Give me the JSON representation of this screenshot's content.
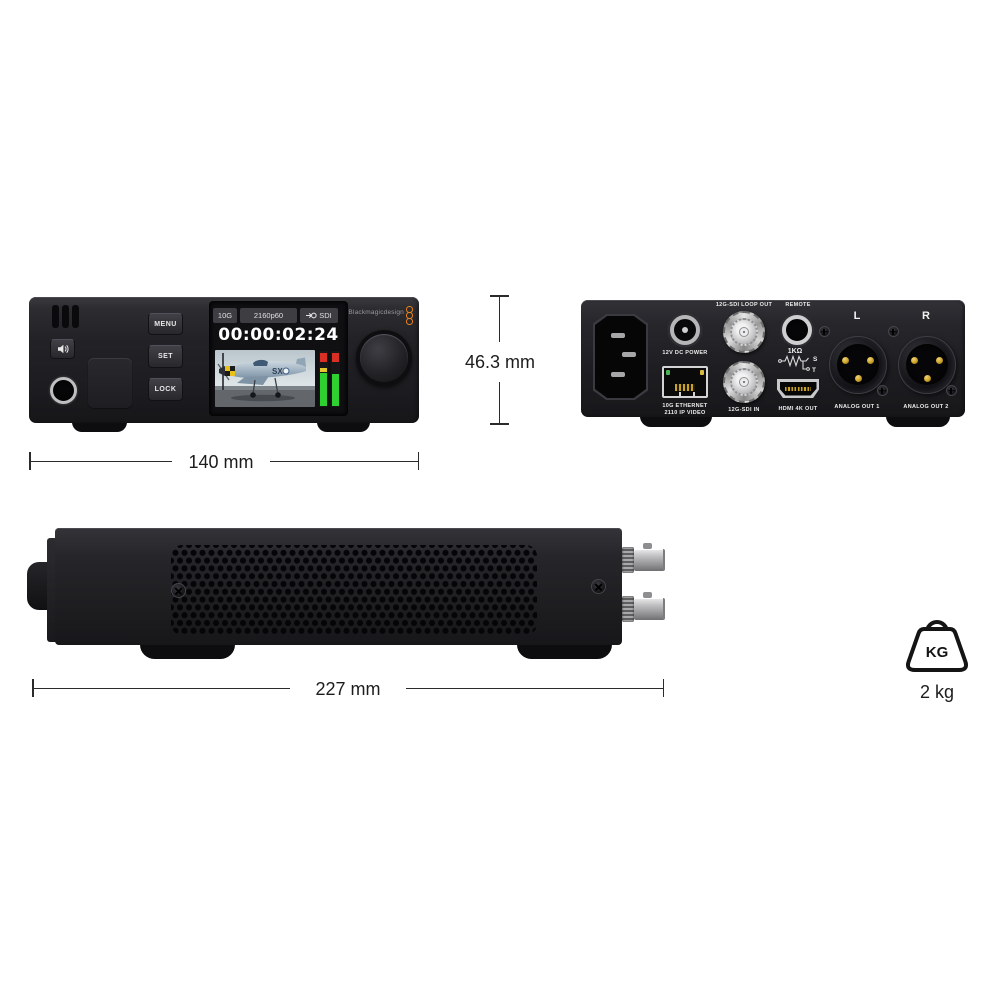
{
  "front": {
    "brand": "Blackmagicdesign",
    "menu_button": "MENU",
    "set_button": "SET",
    "lock_button": "LOCK",
    "screen": {
      "link_rate": "10G",
      "format": "2160p60",
      "input": "SDI",
      "timecode": "00:00:02:24"
    }
  },
  "rear": {
    "sdi_loop_out": "12G-SDI LOOP OUT",
    "remote": "REMOTE",
    "left": "L",
    "right": "R",
    "dc_power": "12V DC POWER",
    "impedance": "1KΩ",
    "remote_s": "S",
    "remote_t": "T",
    "ethernet_line1": "10G ETHERNET",
    "ethernet_line2": "2110 IP VIDEO",
    "sdi_in": "12G-SDI IN",
    "hdmi": "HDMI 4K OUT",
    "analog_out_1": "ANALOG OUT 1",
    "analog_out_2": "ANALOG OUT 2"
  },
  "dimensions": {
    "width": "140 mm",
    "height": "46.3 mm",
    "depth": "227 mm"
  },
  "weight": {
    "badge": "KG",
    "value": "2 kg"
  },
  "colors": {
    "accent_orange": "#e8821e",
    "meter_green": "#2fd131",
    "meter_red": "#d93025",
    "meter_yellow": "#e3c62e",
    "dimension_line": "#2b2b2b"
  }
}
